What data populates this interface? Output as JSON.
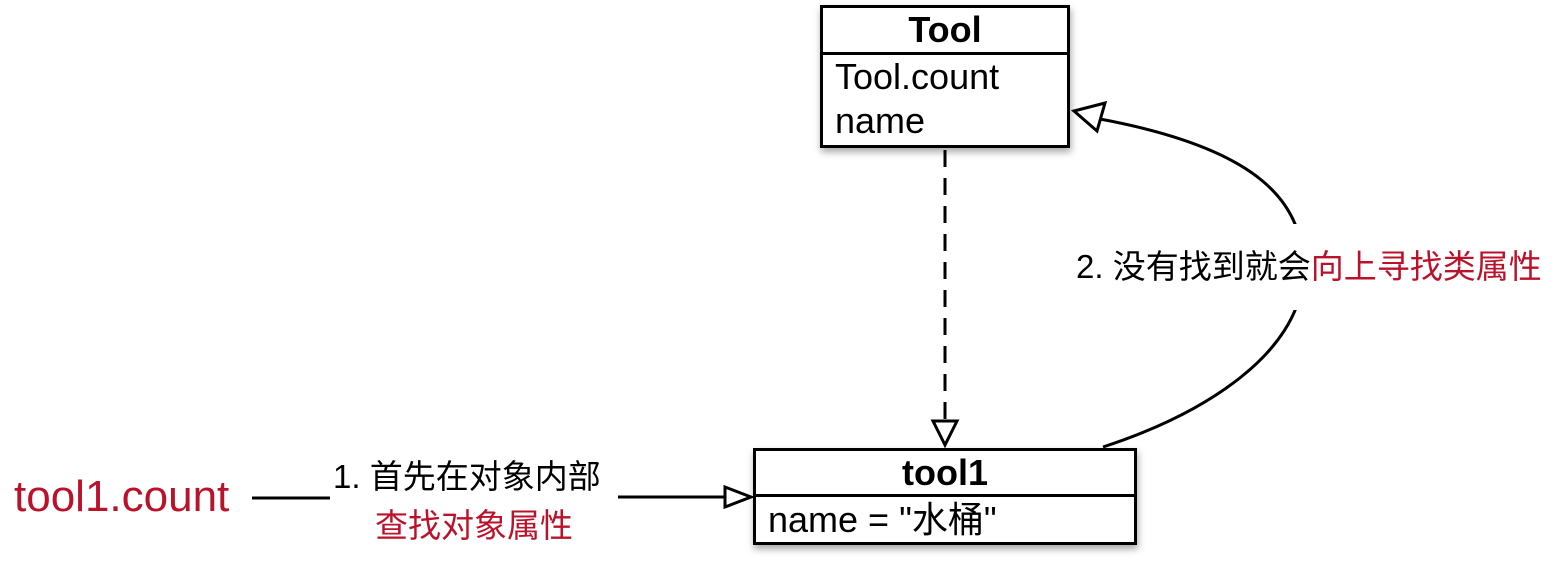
{
  "diagram": {
    "expression": {
      "text": "tool1.count"
    },
    "class_box": {
      "title": "Tool",
      "attributes": [
        "Tool.count",
        "name"
      ]
    },
    "instance_box": {
      "title": "tool1",
      "attributes": [
        "name = \"水桶\""
      ]
    },
    "annotations": {
      "step1": {
        "line1": "1. 首先在对象内部",
        "line2": "查找对象属性"
      },
      "step2": {
        "text_black": "2. 没有找到就会",
        "text_red": "向上寻找类属性"
      }
    },
    "colors": {
      "accent_red": "#BB122B",
      "line_black": "#000000",
      "background": "#FFFFFF"
    }
  }
}
